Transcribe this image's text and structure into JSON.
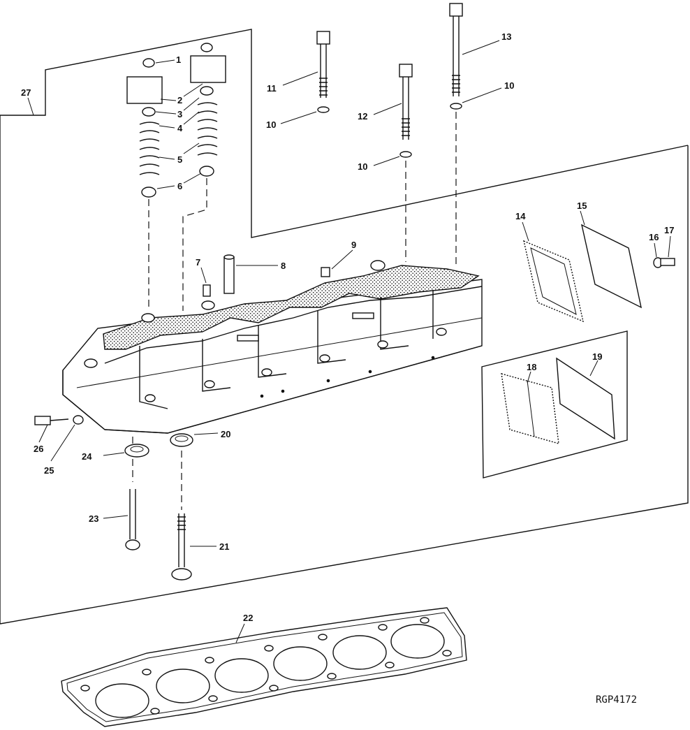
{
  "figure_code": "RGP4172",
  "callouts": [
    {
      "n": "1"
    },
    {
      "n": "2"
    },
    {
      "n": "3"
    },
    {
      "n": "4"
    },
    {
      "n": "5"
    },
    {
      "n": "6"
    },
    {
      "n": "7"
    },
    {
      "n": "8"
    },
    {
      "n": "9"
    },
    {
      "n": "10"
    },
    {
      "n": "10"
    },
    {
      "n": "10"
    },
    {
      "n": "11"
    },
    {
      "n": "12"
    },
    {
      "n": "13"
    },
    {
      "n": "14"
    },
    {
      "n": "15"
    },
    {
      "n": "16"
    },
    {
      "n": "17"
    },
    {
      "n": "18"
    },
    {
      "n": "19"
    },
    {
      "n": "20"
    },
    {
      "n": "21"
    },
    {
      "n": "22"
    },
    {
      "n": "23"
    },
    {
      "n": "24"
    },
    {
      "n": "25"
    },
    {
      "n": "26"
    },
    {
      "n": "27"
    }
  ]
}
